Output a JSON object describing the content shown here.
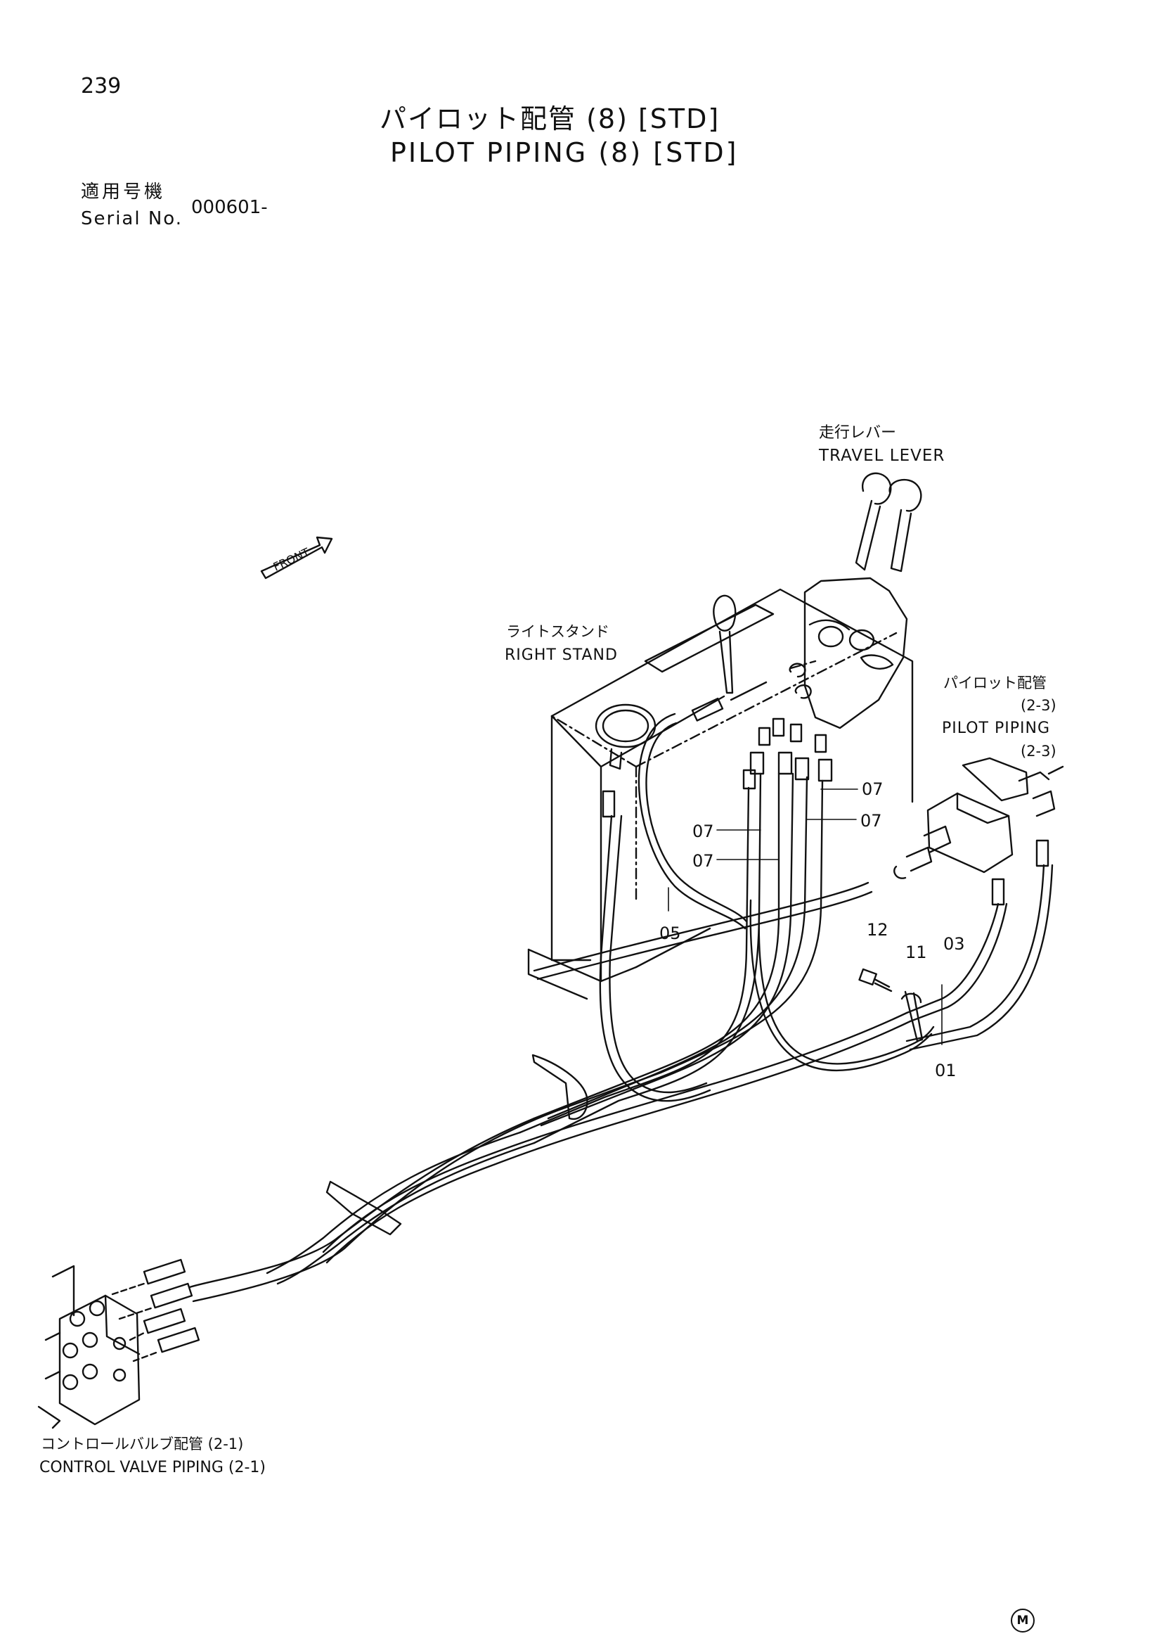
{
  "page_number": "239",
  "title": {
    "jp": "パイロット配管 (8) [STD]",
    "en": "PILOT PIPING (8) [STD]"
  },
  "serial": {
    "label_jp": "適用号機",
    "label_en": "Serial No.",
    "value": "000601-"
  },
  "callouts": {
    "travel_lever_jp": "走行レバー",
    "travel_lever_en": "TRAVEL LEVER",
    "front": "FRONT",
    "right_stand_jp": "ライトスタンド",
    "right_stand_en": "RIGHT STAND",
    "pilot_piping_jp": "パイロット配管",
    "pilot_piping_jp_ref": "(2-3)",
    "pilot_piping_en": "PILOT PIPING",
    "pilot_piping_en_ref": "(2-3)",
    "control_valve_jp": "コントロールバルブ配管 (2-1)",
    "control_valve_en": "CONTROL VALVE PIPING (2-1)"
  },
  "part_numbers": {
    "p07_a": "07",
    "p07_b": "07",
    "p07_c": "07",
    "p07_d": "07",
    "p05": "05",
    "p12": "12",
    "p11": "11",
    "p03": "03",
    "p01": "01"
  },
  "corner_mark": "M"
}
